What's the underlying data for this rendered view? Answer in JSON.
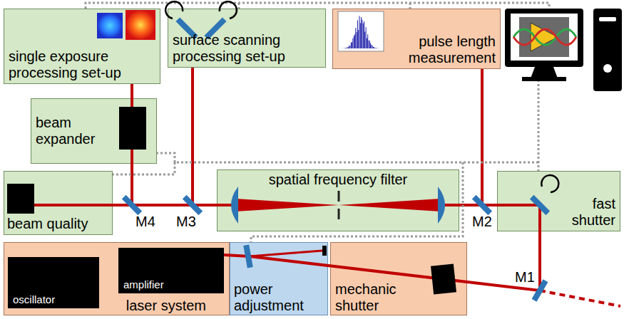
{
  "diagram": {
    "nodes": [
      {
        "text": [
          "single exposure processing set-up"
        ]
      },
      {
        "text": [
          "surface scanning processing set-up"
        ]
      },
      {
        "text": [
          "pulse length measurement"
        ]
      },
      {
        "text": [
          "beam expander"
        ]
      },
      {
        "text": [
          "beam quality"
        ]
      },
      {
        "text": [
          "spatial frequency filter"
        ]
      },
      {
        "text": [
          "fast shutter"
        ]
      },
      {
        "text": [
          "laser system"
        ]
      },
      {
        "text": [
          "oscillator"
        ],
        "in": 7
      },
      {
        "text": [
          "amplifier"
        ],
        "in": 7
      },
      {
        "text": [
          "power adjustment"
        ]
      },
      {
        "text": [
          "mechanic shutter"
        ]
      }
    ],
    "edges": [
      {
        "from": 5,
        "to": 4,
        "arrow": "none"
      },
      {
        "from": 5,
        "to": 3,
        "arrow": "none"
      },
      {
        "from": 5,
        "to": 1,
        "arrow": "none"
      },
      {
        "from": 3,
        "to": 0,
        "arrow": "none"
      },
      {
        "from": 6,
        "to": 5,
        "arrow": "none"
      },
      {
        "from": 6,
        "to": 2,
        "arrow": "none"
      },
      {
        "from": 9,
        "to": 6,
        "arrow": "none"
      }
    ],
    "labels": [
      "M1",
      "M2",
      "M3",
      "M4"
    ]
  }
}
